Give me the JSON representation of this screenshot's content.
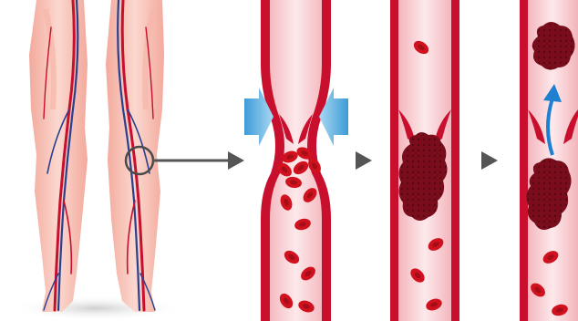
{
  "diagram": {
    "subject": "deep-vein-thrombosis-progression",
    "panels": [
      {
        "id": "legs",
        "caption": ""
      },
      {
        "id": "vein-compression",
        "caption": ""
      },
      {
        "id": "clot-formation",
        "caption": ""
      },
      {
        "id": "embolus-breaks-off",
        "caption": ""
      }
    ],
    "colors": {
      "skin": "#f7c7bd",
      "skin_shadow": "#f09b8c",
      "vein_wall": "#c8102e",
      "vein_lumen": "#f6c3c9",
      "blood_cell": "#d0121f",
      "clot": "#7a0d1c",
      "arrow_gray": "#555555",
      "compression_blue": "#55aee0",
      "flow_blue": "#1f7fd1"
    },
    "icons": [
      "pointer-arrow-icon",
      "compression-arrow-icon",
      "step-arrow-icon",
      "flow-up-arrow-icon",
      "magnifier-circle-icon"
    ]
  }
}
